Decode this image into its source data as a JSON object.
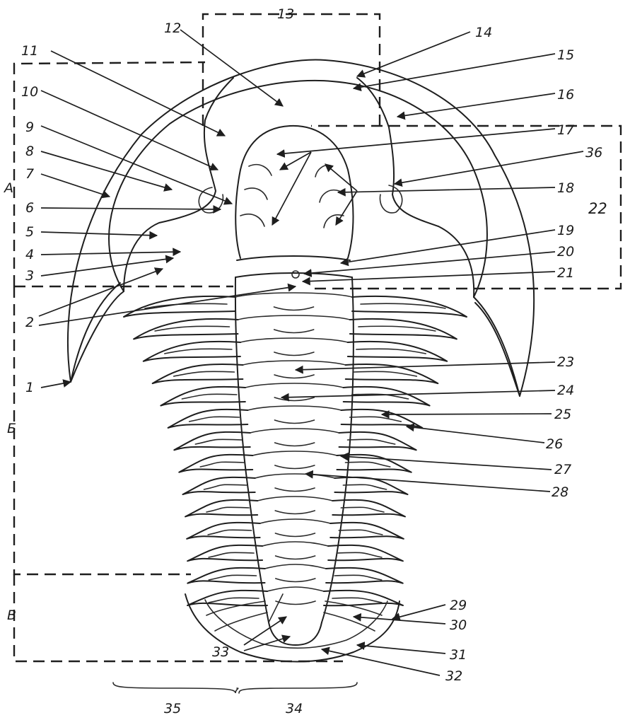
{
  "figure": {
    "labels": {
      "n1": "1",
      "n2": "2",
      "n3": "3",
      "n4": "4",
      "n5": "5",
      "n6": "6",
      "n7": "7",
      "n8": "8",
      "n9": "9",
      "n10": "10",
      "n11": "11",
      "n12": "12",
      "n13": "13",
      "n14": "14",
      "n15": "15",
      "n16": "16",
      "n17": "17",
      "n18": "18",
      "n19": "19",
      "n20": "20",
      "n21": "21",
      "n22": "22",
      "n23": "23",
      "n24": "24",
      "n25": "25",
      "n26": "26",
      "n27": "27",
      "n28": "28",
      "n29": "29",
      "n30": "30",
      "n31": "31",
      "n32": "32",
      "n33": "33",
      "n34": "34",
      "n35": "35",
      "n36": "36"
    },
    "regions": {
      "a": "А",
      "b": "Б",
      "c": "В"
    }
  }
}
